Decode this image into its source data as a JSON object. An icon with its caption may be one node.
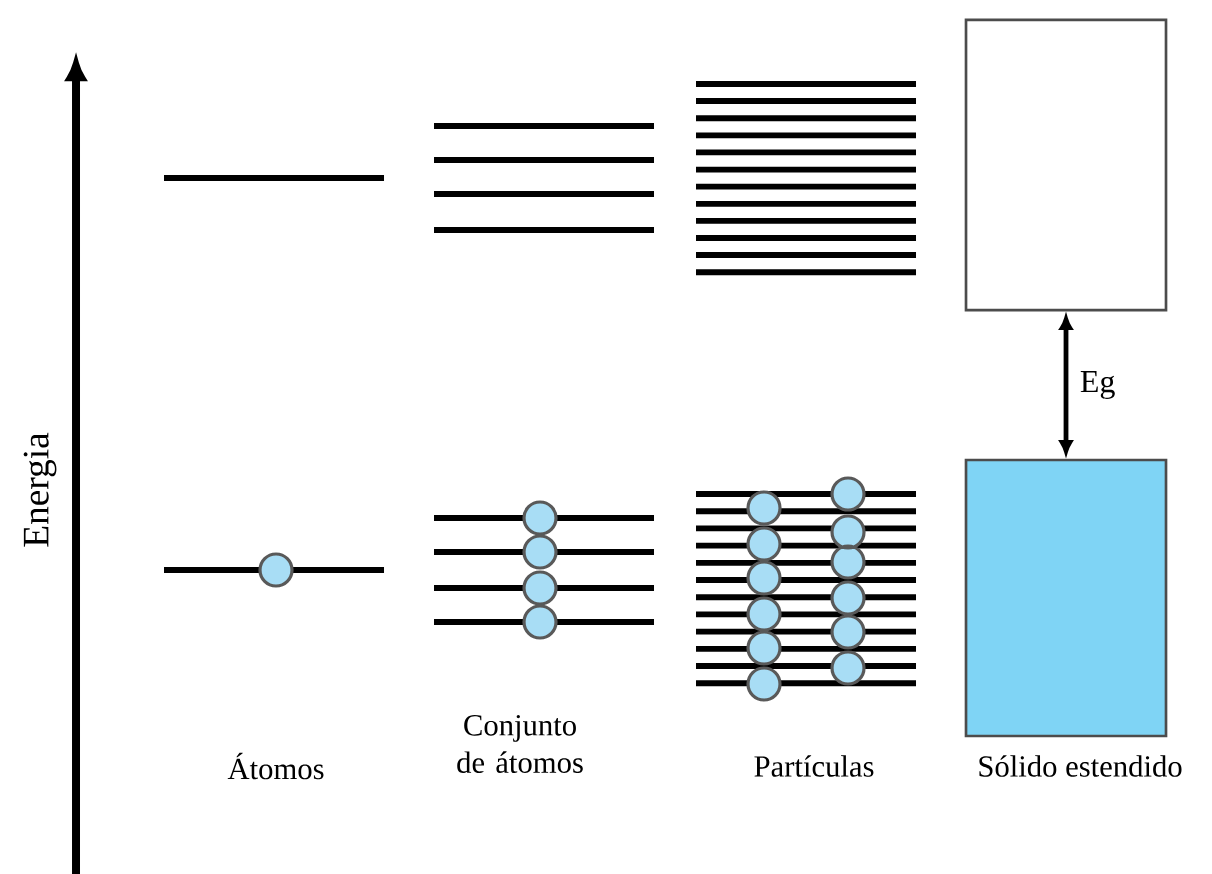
{
  "diagram": {
    "nodes": [
      {
        "text": [],
        "shape": "box"
      },
      {
        "text": [],
        "shape": "box"
      }
    ],
    "edges": [
      {
        "from": 0,
        "to": 1,
        "arrow": "both",
        "label": "Eg"
      }
    ],
    "labels": [
      "Energia",
      "Átomos",
      "Conjunto de átomos",
      "Partículas",
      "Sólido estendido"
    ]
  }
}
